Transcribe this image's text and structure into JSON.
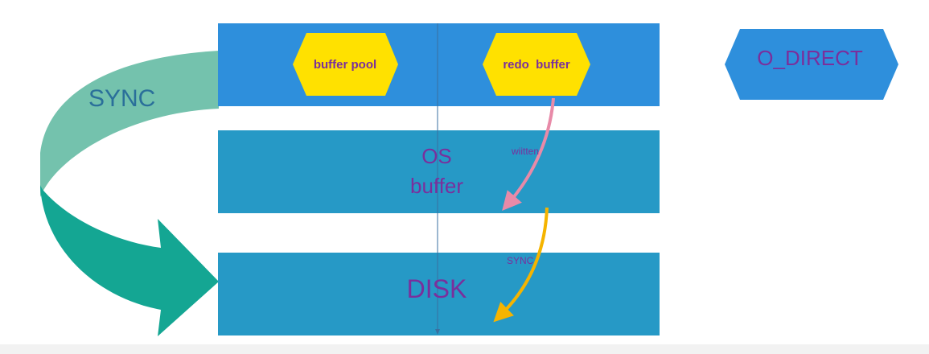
{
  "diagram": {
    "layers": {
      "top": {
        "color": "#2e8fdc"
      },
      "os": {
        "label_line1": "OS",
        "label_line2": "buffer",
        "color": "#2699c6"
      },
      "disk": {
        "label": "DISK",
        "color": "#2699c6"
      }
    },
    "hexagons": {
      "buffer_pool": {
        "label": "buffer pool",
        "color": "#ffe100"
      },
      "redo_buffer": {
        "label": "redo  buffer",
        "color": "#ffe100"
      },
      "o_direct": {
        "label": "O_DIRECT",
        "color": "#2e8fdc"
      }
    },
    "arrows": {
      "written": {
        "label": "wiitten",
        "color": "#e88aa8"
      },
      "sync_small": {
        "label": "SYNC",
        "color": "#f5b400"
      },
      "sync_big": {
        "label": "SYNC",
        "color_light": "#74c2ad",
        "color_dark": "#14a693"
      }
    },
    "text_color": "#7a2f9c"
  }
}
